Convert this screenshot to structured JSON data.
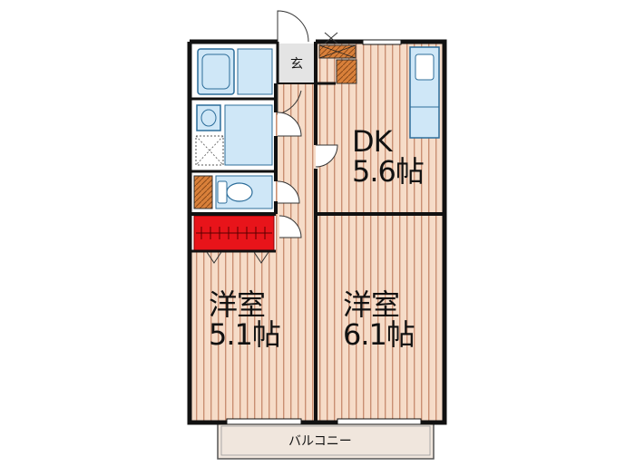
{
  "rooms": {
    "dk": {
      "name": "DK",
      "size": "5.6帖"
    },
    "western1": {
      "name": "洋室",
      "size": "5.1帖"
    },
    "western2": {
      "name": "洋室",
      "size": "6.1帖"
    },
    "entrance": {
      "name": "玄"
    },
    "balcony": {
      "name": "バルコニー"
    }
  },
  "colors": {
    "wall": "#111111",
    "floor_light": "#f6dcc8",
    "floor_stripe": "#c98f72",
    "fixture_fill": "#cfe7f7",
    "fixture_stroke": "#2c6d9a",
    "closet": "#e8141a",
    "storage": "#d9803a",
    "balcony": "#f0e6dd",
    "entrance_floor": "#e4e4e4"
  },
  "icons": [
    "bathtub-icon",
    "washbasin-icon",
    "washing-machine-icon",
    "toilet-icon",
    "kitchen-sink-icon",
    "shoe-cabinet-icon",
    "door-swing-icon"
  ]
}
